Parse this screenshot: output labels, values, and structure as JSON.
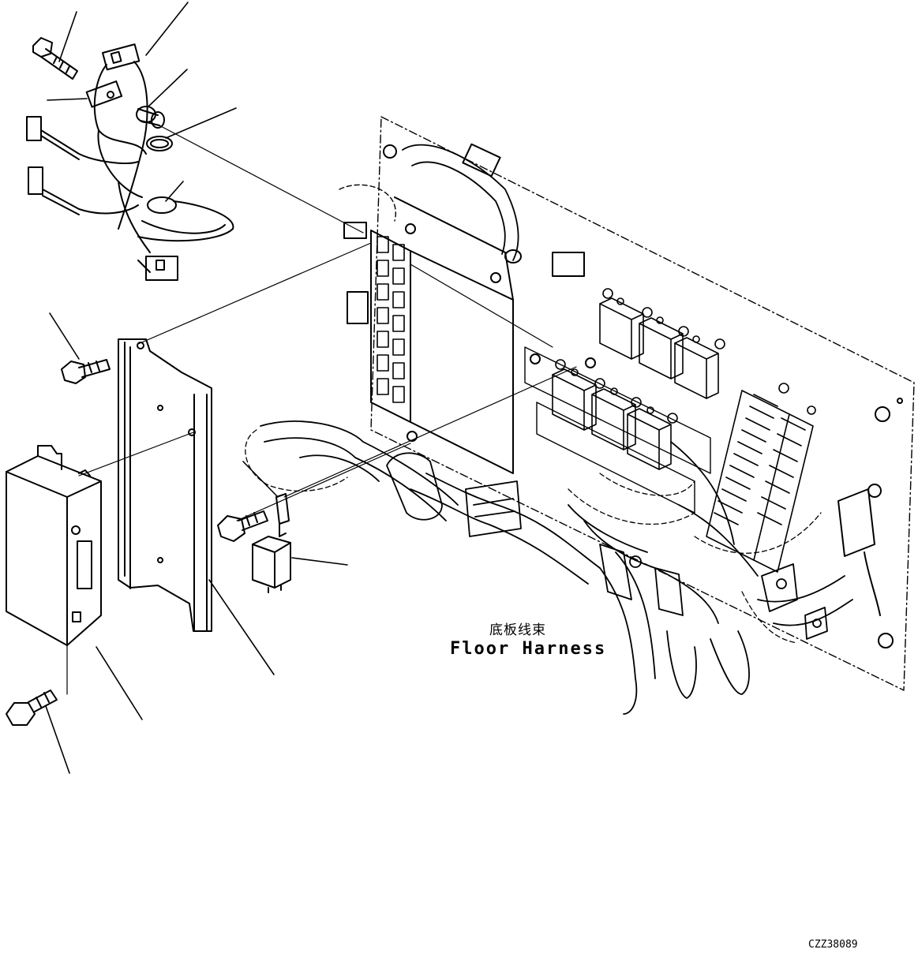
{
  "labels": {
    "harness_cn": "底板线束",
    "harness_en": "Floor Harness",
    "drawing_code": "CZZ38089"
  },
  "colors": {
    "ink": "#000000",
    "paper": "#ffffff"
  }
}
